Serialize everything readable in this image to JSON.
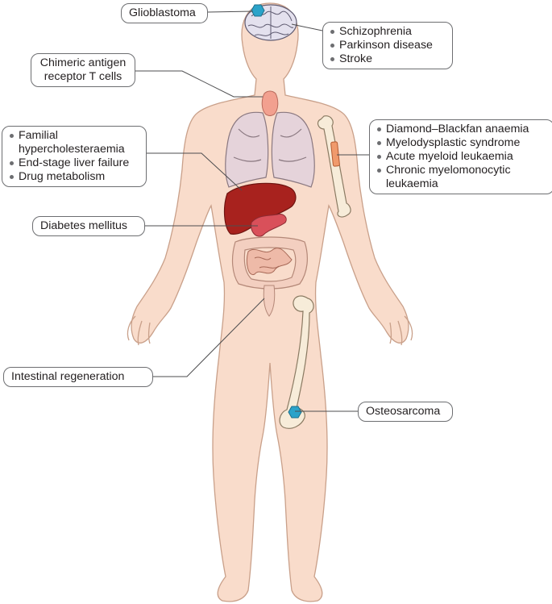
{
  "callouts": {
    "glioblastoma": "Glioblastoma",
    "brain": [
      "Schizophrenia",
      "Parkinson disease",
      "Stroke"
    ],
    "car_t": [
      "Chimeric antigen",
      "receptor T cells"
    ],
    "liver": [
      "Familial",
      "hypercholesteraemia",
      "End-stage liver failure",
      "Drug metabolism"
    ],
    "blood": [
      "Diamond–Blackfan anaemia",
      "Myelodysplastic syndrome",
      "Acute myeloid leukaemia",
      "Chronic myelomonocytic",
      "leukaemia"
    ],
    "diabetes": "Diabetes mellitus",
    "intestine": "Intestinal regeneration",
    "osteosarcoma": "Osteosarcoma"
  },
  "colors": {
    "skin": "#f9dccb",
    "skin_outline": "#c9a08a",
    "brain": "#e4e1ee",
    "lungs": "#e5d3da",
    "liver": "#a8221e",
    "thyroid": "#f2a08f",
    "pancreas": "#d9505a",
    "intestine": "#f3cfc0",
    "bone": "#f7ecd9",
    "tumour": "#2ba3c9",
    "leader_line": "#4d4d4f"
  }
}
